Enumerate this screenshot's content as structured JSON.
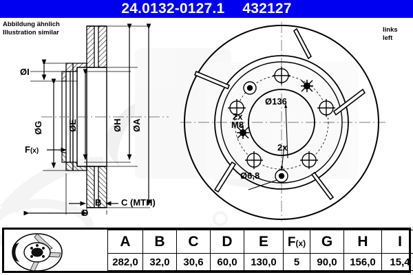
{
  "header": {
    "part_number": "24.0132-0127.1",
    "reference_number": "432127",
    "bg_color": "#0000f0",
    "text_color": "#ffffff"
  },
  "notes": {
    "top_left_de": "Abbildung ähnlich",
    "top_left_en": "Illustration similar",
    "top_right_de": "links",
    "top_right_en": "left"
  },
  "section_view": {
    "labels": {
      "dia_i": "ØI",
      "dia_g": "ØG",
      "dia_e": "ØE",
      "dia_h": "ØH",
      "dia_a": "ØA",
      "fx": "F(x)",
      "b": "B",
      "c": "C (MTH)",
      "d": "D"
    }
  },
  "face_view": {
    "labels": {
      "bolt_circle": "Ø136",
      "thread_count": "2x",
      "thread_size": "M8",
      "hole_count": "2x",
      "hole_dia": "Ø6,8"
    },
    "slot_count": 5,
    "bolt_hole_count": 5
  },
  "watermark": {
    "brand": "ate"
  },
  "spec_table": {
    "columns": [
      "A",
      "B",
      "C",
      "D",
      "E",
      "F(x)",
      "G",
      "H",
      "I"
    ],
    "values": [
      "282,0",
      "32,0",
      "30,6",
      "60,0",
      "130,0",
      "5",
      "90,0",
      "156,0",
      "15,4"
    ],
    "thumbnail_alt": "brake-disc-3d"
  }
}
